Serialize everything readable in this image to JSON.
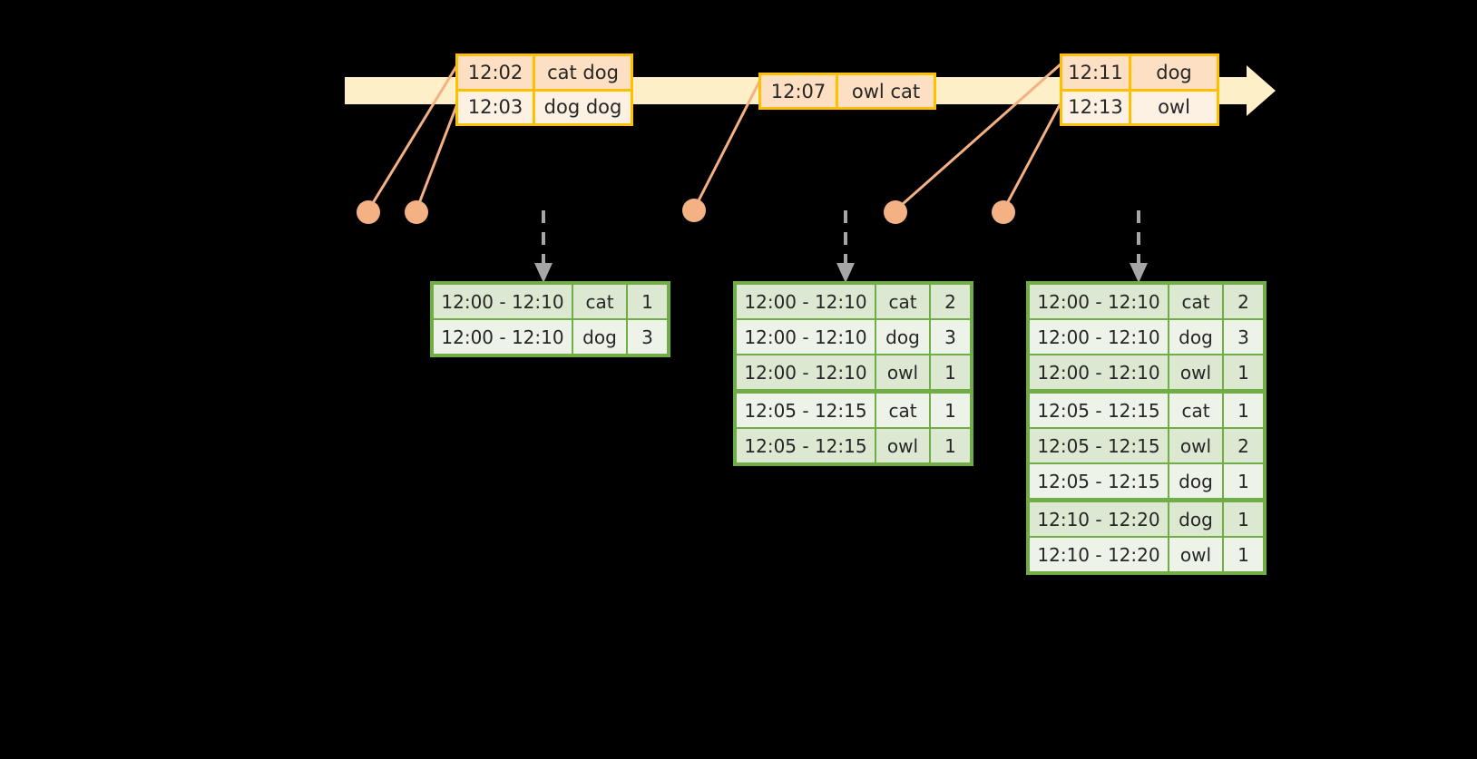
{
  "timeline": {
    "name": "event-stream-timeline",
    "band_color": "#fdefc8",
    "arrow_color": "#fdefc8",
    "border_color": "#ffc000"
  },
  "events": [
    {
      "id": "event-group-1",
      "rows": [
        {
          "time": "12:02",
          "value": "cat dog"
        },
        {
          "time": "12:03",
          "value": "dog dog"
        }
      ]
    },
    {
      "id": "event-group-2",
      "rows": [
        {
          "time": "12:07",
          "value": "owl cat"
        }
      ]
    },
    {
      "id": "event-group-3",
      "rows": [
        {
          "time": "12:11",
          "value": "dog"
        },
        {
          "time": "12:13",
          "value": "owl"
        }
      ]
    }
  ],
  "dot_color": "#f4b183",
  "arrow_color": "#a6a6a6",
  "tables": [
    {
      "id": "result-table-1",
      "border_color": "#70ad47",
      "rows": [
        {
          "window": "12:00 - 12:10",
          "word": "cat",
          "count": "1",
          "group": 0
        },
        {
          "window": "12:00 - 12:10",
          "word": "dog",
          "count": "3",
          "group": 0
        }
      ]
    },
    {
      "id": "result-table-2",
      "border_color": "#70ad47",
      "rows": [
        {
          "window": "12:00 - 12:10",
          "word": "cat",
          "count": "2",
          "group": 0
        },
        {
          "window": "12:00 - 12:10",
          "word": "dog",
          "count": "3",
          "group": 0
        },
        {
          "window": "12:00 - 12:10",
          "word": "owl",
          "count": "1",
          "group": 0
        },
        {
          "window": "12:05 - 12:15",
          "word": "cat",
          "count": "1",
          "group": 1
        },
        {
          "window": "12:05 - 12:15",
          "word": "owl",
          "count": "1",
          "group": 1
        }
      ]
    },
    {
      "id": "result-table-3",
      "border_color": "#70ad47",
      "rows": [
        {
          "window": "12:00 - 12:10",
          "word": "cat",
          "count": "2",
          "group": 0
        },
        {
          "window": "12:00 - 12:10",
          "word": "dog",
          "count": "3",
          "group": 0
        },
        {
          "window": "12:00 - 12:10",
          "word": "owl",
          "count": "1",
          "group": 0
        },
        {
          "window": "12:05 - 12:15",
          "word": "cat",
          "count": "1",
          "group": 1
        },
        {
          "window": "12:05 - 12:15",
          "word": "owl",
          "count": "2",
          "group": 1
        },
        {
          "window": "12:05 - 12:15",
          "word": "dog",
          "count": "1",
          "group": 1
        },
        {
          "window": "12:10 - 12:20",
          "word": "dog",
          "count": "1",
          "group": 2
        },
        {
          "window": "12:10 - 12:20",
          "word": "owl",
          "count": "1",
          "group": 2
        }
      ]
    }
  ]
}
